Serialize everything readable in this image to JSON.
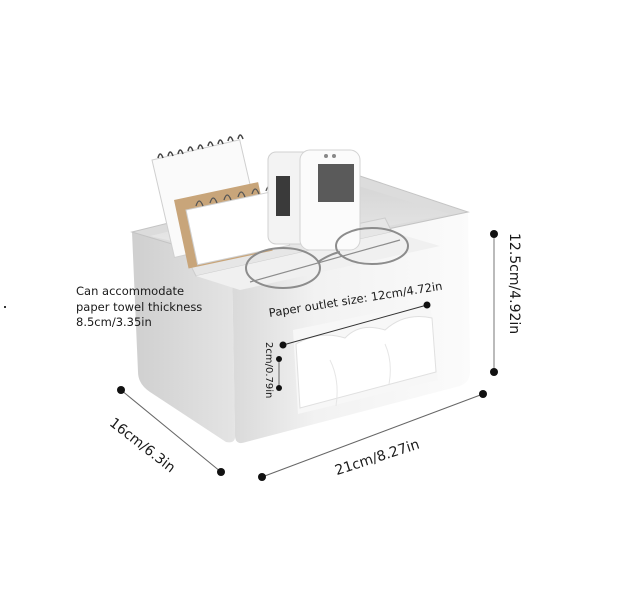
{
  "product": {
    "name": "tissue box organizer",
    "color": "#ececec",
    "accent": "#c9c9c9",
    "contents": [
      "spiral-notepads",
      "remote-controls",
      "eyeglasses",
      "tissues"
    ]
  },
  "annotations": {
    "capacity_note": {
      "line1": "Can accommodate",
      "line2": "paper towel thickness",
      "line3": "8.5cm/3.35in"
    },
    "paper_outlet": "Paper outlet size: 12cm/4.72in",
    "slot_height": "2cm/0.79in",
    "height": "12.5cm/4.92in",
    "depth": "16cm/6.3in",
    "width": "21cm/8.27in"
  },
  "colors": {
    "marker": "#111111",
    "dimension_line": "#777777",
    "background": "#ffffff"
  }
}
